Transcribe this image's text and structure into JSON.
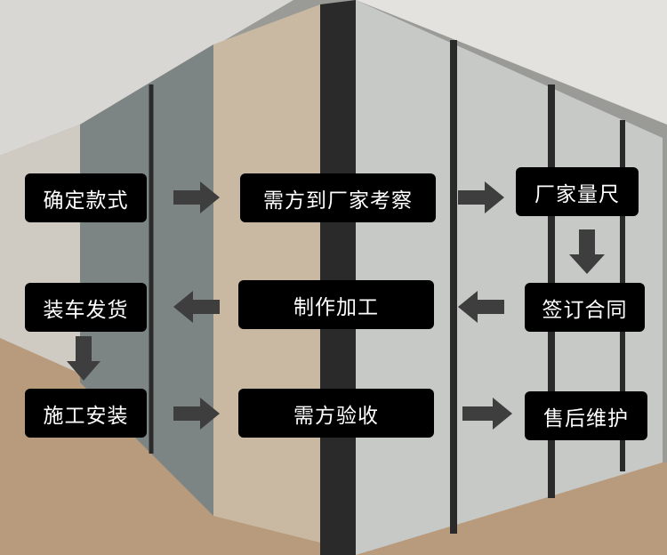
{
  "steps": [
    {
      "label": "确定款式"
    },
    {
      "label": "需方到厂家考察"
    },
    {
      "label": "厂家量尺"
    },
    {
      "label": "签订合同"
    },
    {
      "label": "制作加工"
    },
    {
      "label": "装车发货"
    },
    {
      "label": "施工安装"
    },
    {
      "label": "需方验收"
    },
    {
      "label": "售后维护"
    }
  ],
  "colors": {
    "box": "#000000",
    "text": "#ffffff",
    "arrow": "#3e3e3e"
  }
}
